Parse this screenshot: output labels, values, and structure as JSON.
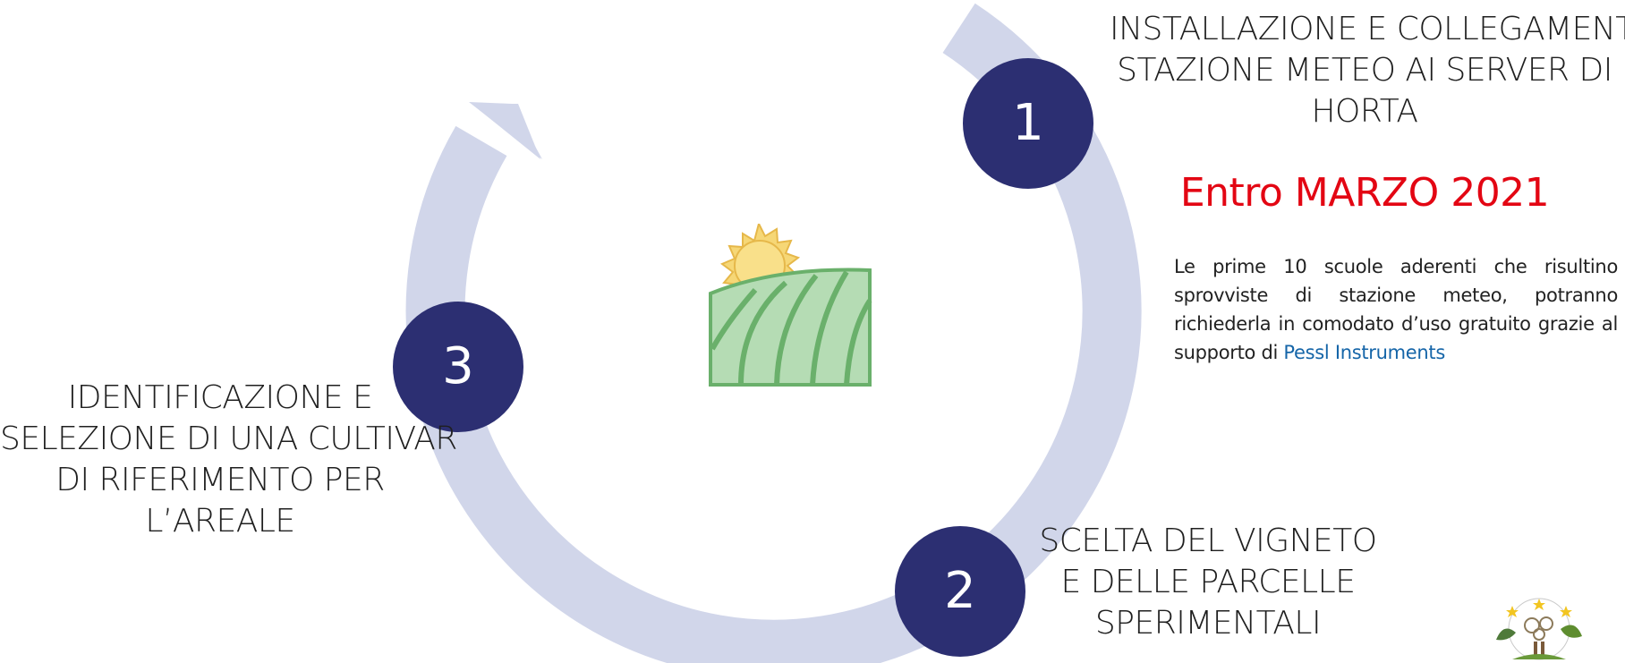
{
  "steps": [
    {
      "number": "1",
      "title_lines": [
        "INSTALLAZIONE E COLLEGAMENTO",
        "STAZIONE METEO AI SERVER DI",
        "HORTA"
      ],
      "deadline": "Entro MARZO 2021",
      "note_prefix": "Le prime 10 scuole aderenti che risultino sprovviste di stazione meteo, potranno richiederla in comodato d’uso gratuito grazie al supporto di ",
      "note_sponsor": "Pessl Instruments"
    },
    {
      "number": "2",
      "title_lines": [
        "SCELTA DEL VIGNETO",
        "E DELLE PARCELLE",
        "SPERIMENTALI"
      ]
    },
    {
      "number": "3",
      "title_lines": [
        "IDENTIFICAZIONE E",
        "SELEZIONE DI UNA CULTIVAR",
        "DI RIFERIMENTO PER",
        "L’AREALE"
      ]
    }
  ],
  "icons": {
    "center": "farm-field-sun-icon",
    "logo": "school-network-logo-icon"
  },
  "colors": {
    "cycle_arrow": "#d1d6ea",
    "step_circle": "#2c2f72",
    "deadline": "#e30613",
    "sponsor": "#1565a8",
    "field_green": "#b5dcb4",
    "field_stroke": "#6ab06b",
    "sun": "#f6d776"
  }
}
